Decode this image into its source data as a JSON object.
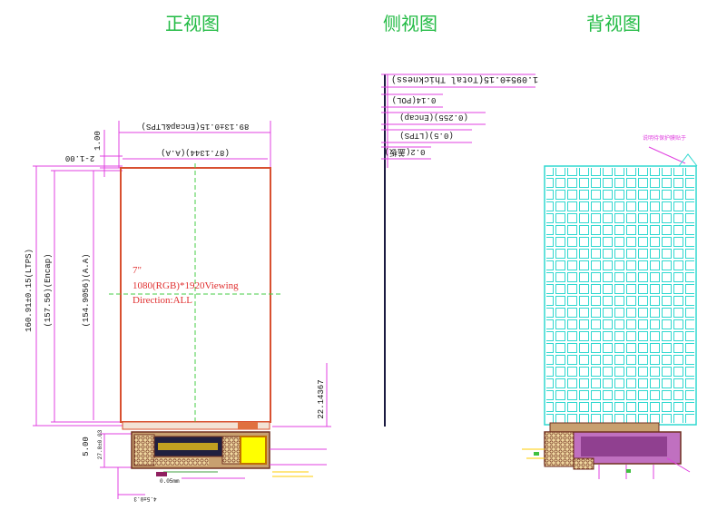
{
  "headings": {
    "front": "正视图",
    "side": "侧视图",
    "back": "背视图"
  },
  "front_view": {
    "dim_outline_width": "89.13±0.15(Encap&LTPS)",
    "dim_aa_width": "(87.1344)(A.A)",
    "dim_top_gap": "1.00",
    "dim_left_gap": "2-1.00",
    "dim_ltps_height": "160.91±0.15(LTPS)",
    "dim_encap_height": "(157.56)(Encap)",
    "dim_aa_height": "(154.9056)(A.A)",
    "dim_fpc_offset": "22.14367",
    "dim_bottom": "5.00",
    "panel_size": "7\"",
    "panel_resolution": "1080(RGB)*1920Viewing",
    "panel_direction": "Direction:ALL",
    "small_notes": [
      "27.8±0.03",
      "0.05mm",
      "4.5±0.3"
    ]
  },
  "side_view": {
    "labels": [
      "1.095±0.15(Total Thickness)",
      "0.14(POL)",
      "(0.255)(Encap)",
      "(0.5)(LTPS)",
      "0.2(盖板)"
    ]
  },
  "back_view": {
    "note": "说明待保护膜贴于"
  },
  "colors": {
    "heading": "#22bb44",
    "dimension": "#e040e0",
    "panel_border": "#d85030",
    "grid": "#30d8d0",
    "fpc": "#c070c0",
    "fpc_dark": "#703020"
  }
}
